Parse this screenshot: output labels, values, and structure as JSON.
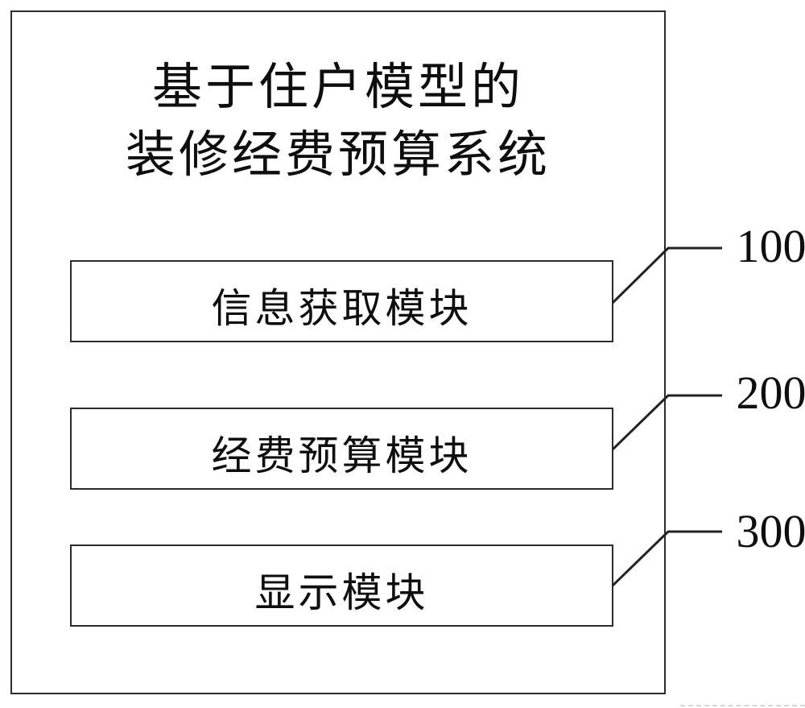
{
  "figure": {
    "title": {
      "line1": "基于住户模型的",
      "line2": "装修经费预算系统"
    },
    "modules": [
      {
        "label": "信息获取模块",
        "ref": "100"
      },
      {
        "label": "经费预算模块",
        "ref": "200"
      },
      {
        "label": "显示模块",
        "ref": "300"
      }
    ],
    "colors": {
      "line": "#2b2b2b",
      "text": "#0e0e0e",
      "background": "#ffffff"
    }
  }
}
